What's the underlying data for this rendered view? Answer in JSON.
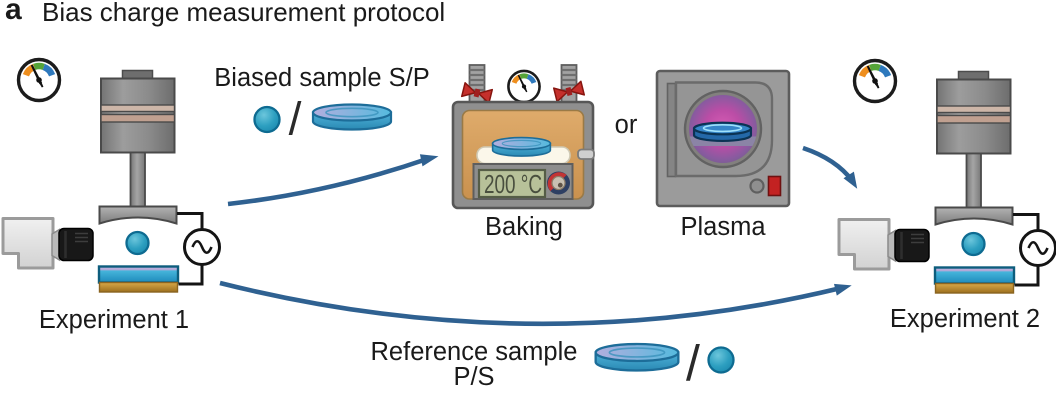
{
  "figure": {
    "panel_label": "a",
    "title": "Bias charge measurement protocol"
  },
  "stations": {
    "experiment1_label": "Experiment 1",
    "experiment2_label": "Experiment 2"
  },
  "transfer_paths": {
    "biased_sample_label": "Biased sample S/P",
    "biased_separator": "/",
    "reference_sample_label": "Reference sample",
    "reference_sample_sublabel": "P/S",
    "reference_separator": "/"
  },
  "treatments": {
    "baking_label": "Baking",
    "oven_temperature": "200 °C",
    "or_label": "or",
    "plasma_label": "Plasma"
  },
  "icons": {
    "gauge": "pressure-gauge-icon",
    "ball": "spherical-sample-icon",
    "disk": "disk-sample-icon",
    "camera": "camera-icon",
    "ac_source": "ac-voltage-source-icon",
    "valve": "red-valve-icon"
  },
  "colors": {
    "arrow": "#2f6191",
    "ball": "#2ba0c6",
    "disk_side": "#3fa3cf",
    "disk_top": "#9fb3e2",
    "sample_gold": "#c08a33",
    "oven_interior": "#d9a462",
    "lcd_background": "#b7c199",
    "plasma_glow": "#c44da4",
    "valve_red": "#c5302c",
    "text": "#1a1a1a"
  }
}
